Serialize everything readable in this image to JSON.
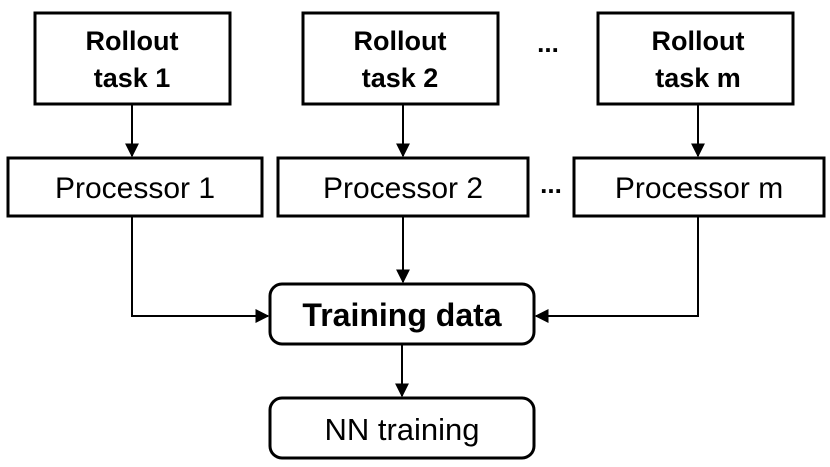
{
  "tasks": [
    {
      "line1": "Rollout",
      "line2": "task 1"
    },
    {
      "line1": "Rollout",
      "line2": "task 2"
    },
    {
      "line1": "Rollout",
      "line2": "task m"
    }
  ],
  "processors": [
    {
      "label": "Processor 1"
    },
    {
      "label": "Processor 2"
    },
    {
      "label": "Processor m"
    }
  ],
  "ellipsis_tasks": "...",
  "ellipsis_processors": "...",
  "training_data": "Training data",
  "nn_training": "NN training"
}
